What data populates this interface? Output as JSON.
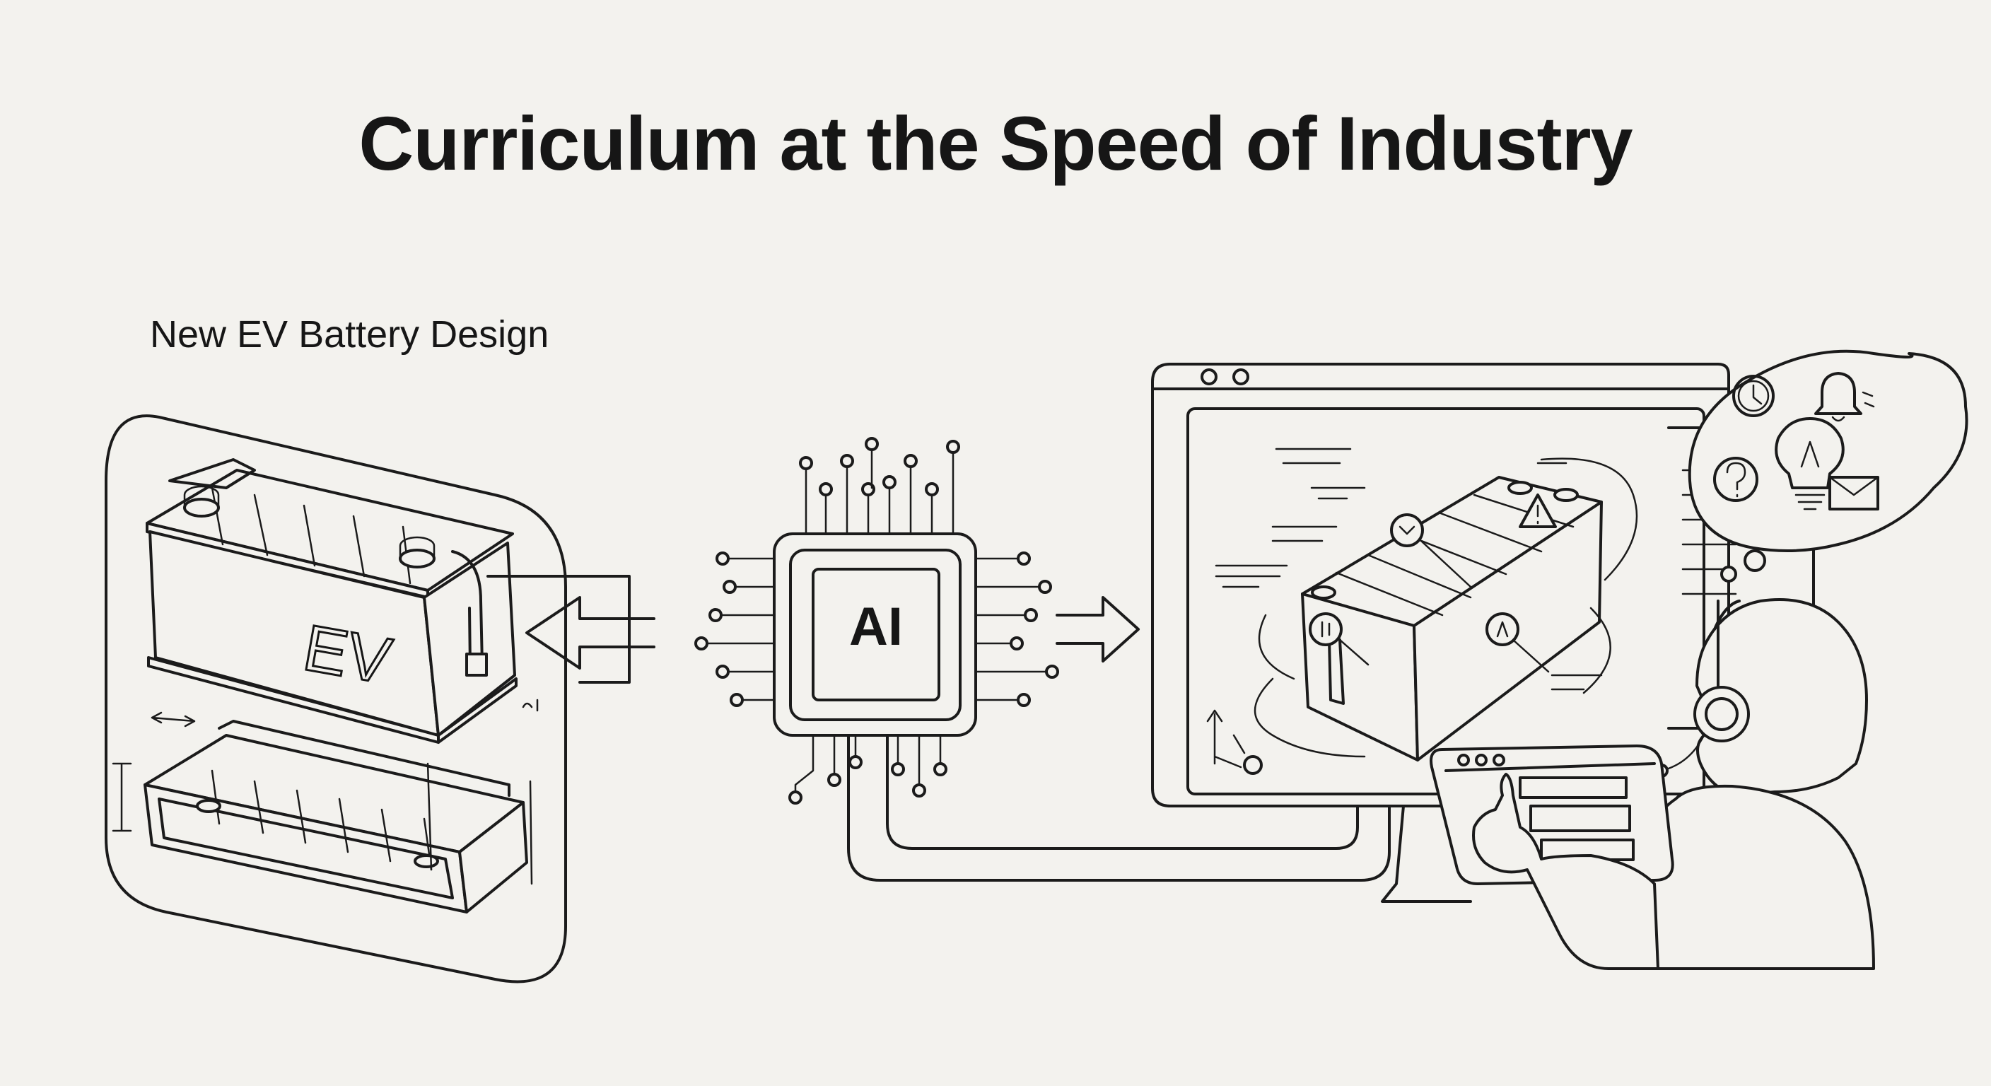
{
  "header": {
    "title": "Curriculum at the Speed of Industry"
  },
  "source_panel": {
    "label": "New EV Battery Design",
    "battery_mark": "EV"
  },
  "processor": {
    "label": "AI"
  },
  "colors": {
    "background": "#f3f2ee",
    "ink": "#161616"
  },
  "icons": [
    "battery-icon",
    "ai-chip-icon",
    "arrow-left-icon",
    "arrow-right-icon",
    "monitor-icon",
    "learner-icon",
    "headset-icon",
    "tablet-icon",
    "thought-bubble-icon",
    "clock-icon",
    "bell-icon",
    "lightbulb-icon",
    "question-icon",
    "mail-icon",
    "warning-icon"
  ]
}
